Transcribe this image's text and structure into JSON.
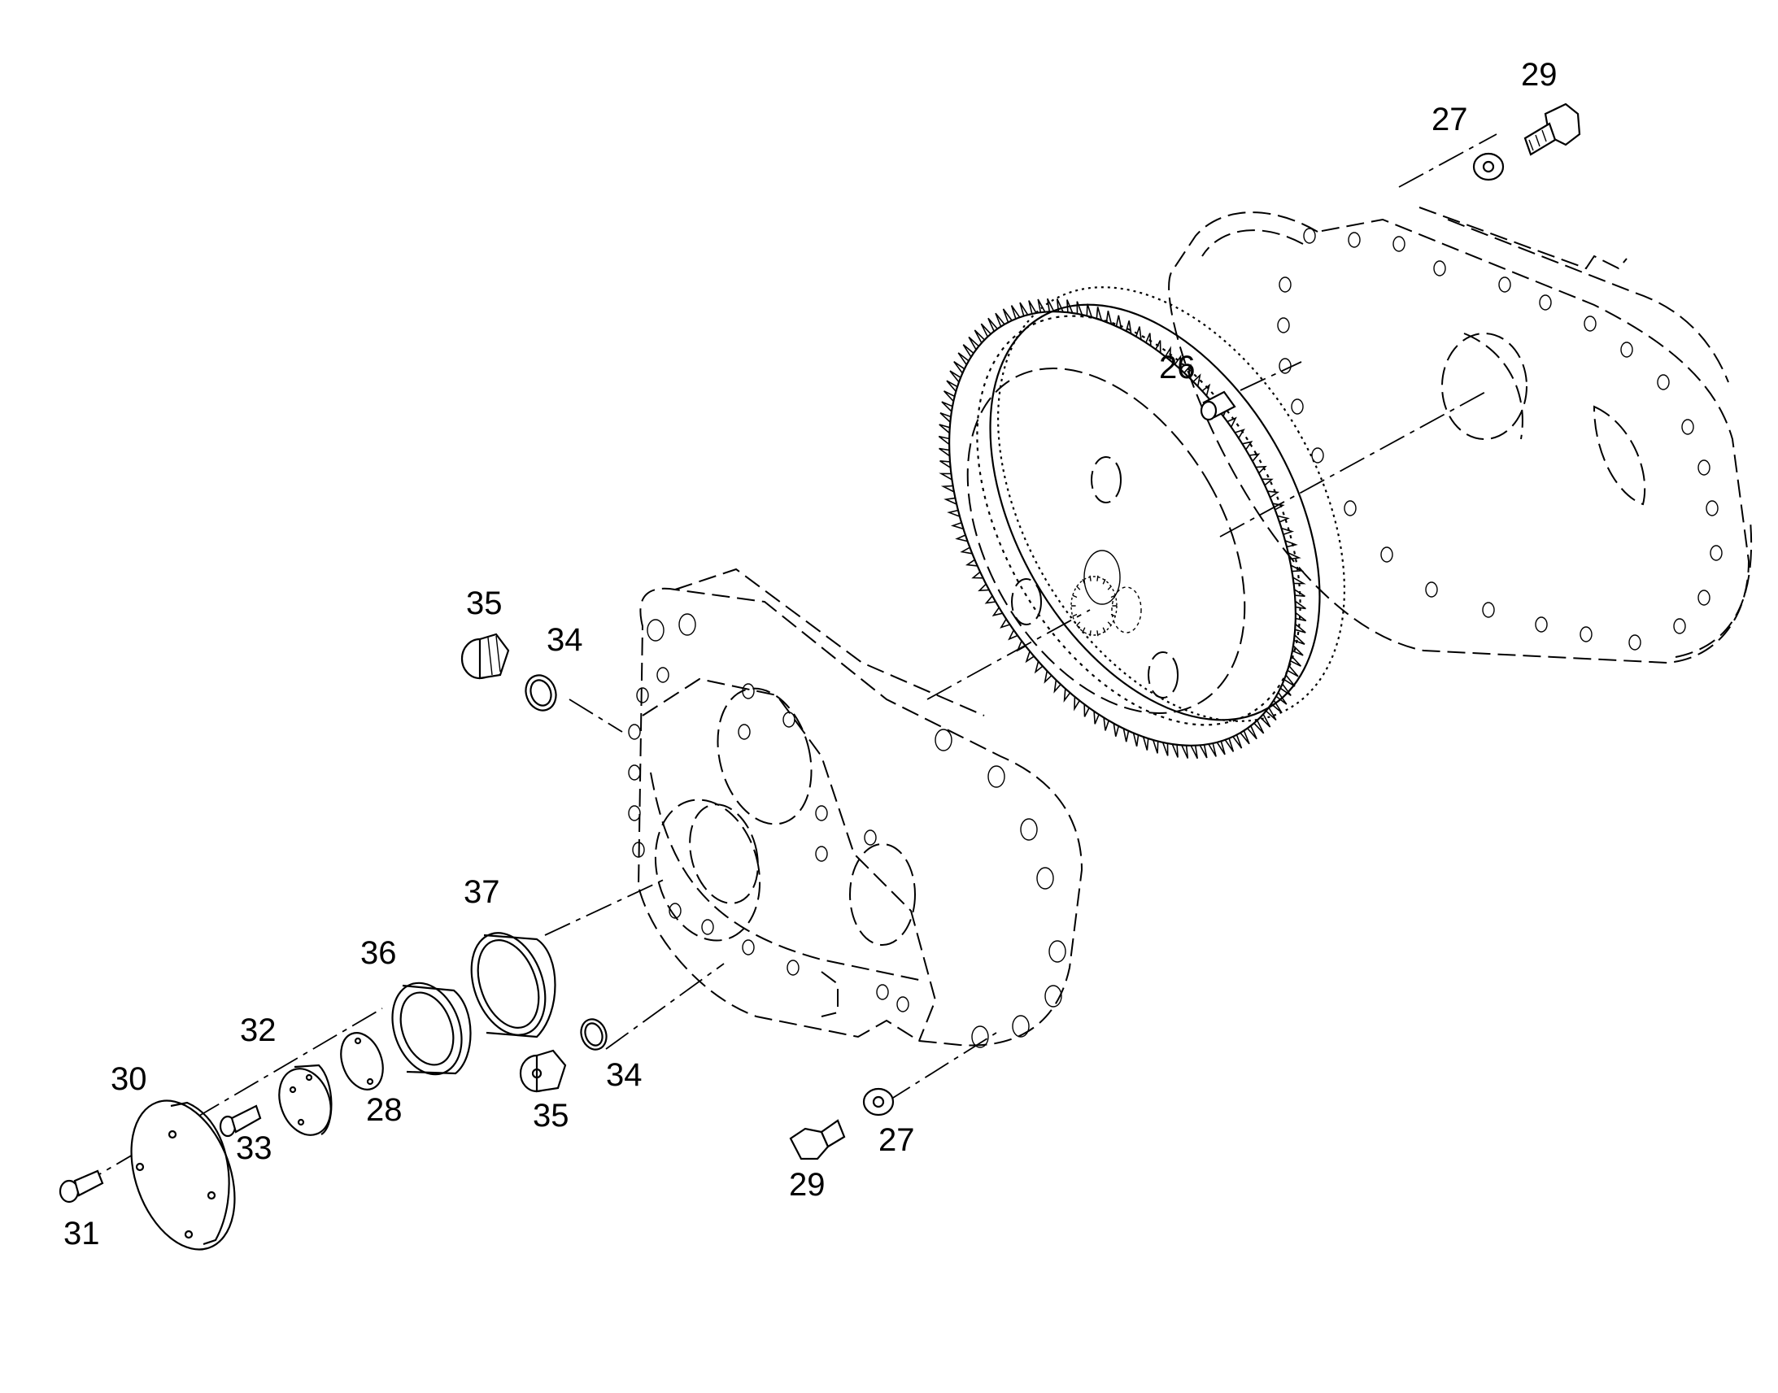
{
  "callouts": [
    {
      "id": "c29a",
      "text": "29"
    },
    {
      "id": "c27a",
      "text": "27"
    },
    {
      "id": "c26",
      "text": "26"
    },
    {
      "id": "c35a",
      "text": "35"
    },
    {
      "id": "c34a",
      "text": "34"
    },
    {
      "id": "c37",
      "text": "37"
    },
    {
      "id": "c36",
      "text": "36"
    },
    {
      "id": "c32",
      "text": "32"
    },
    {
      "id": "c30",
      "text": "30"
    },
    {
      "id": "c33",
      "text": "33"
    },
    {
      "id": "c28",
      "text": "28"
    },
    {
      "id": "c35b",
      "text": "35"
    },
    {
      "id": "c34b",
      "text": "34"
    },
    {
      "id": "c27b",
      "text": "27"
    },
    {
      "id": "c29b",
      "text": "29"
    },
    {
      "id": "c31",
      "text": "31"
    }
  ]
}
